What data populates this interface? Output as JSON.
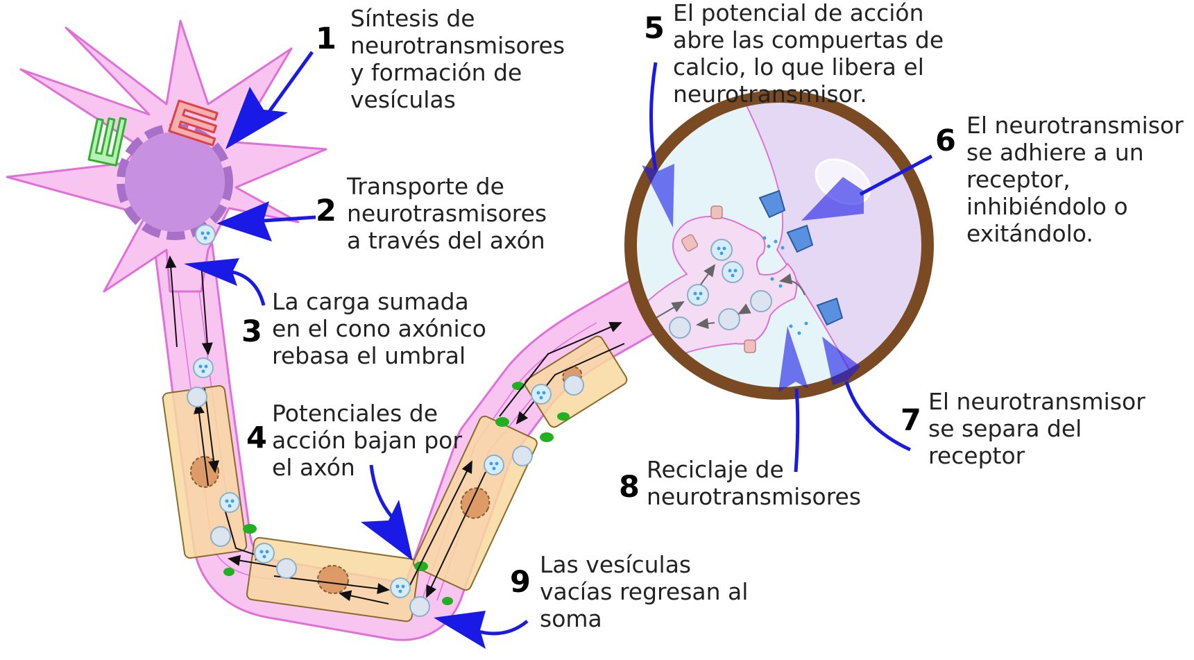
{
  "steps": [
    {
      "number": "1",
      "lines": [
        "Síntesis de",
        "neurotransmisores",
        "y formación de",
        "vesículas"
      ]
    },
    {
      "number": "2",
      "lines": [
        "Transporte de",
        "neurotrasmisores",
        "a través del axón"
      ]
    },
    {
      "number": "3",
      "lines": [
        "La carga sumada",
        "en el cono axónico",
        "rebasa el umbral"
      ]
    },
    {
      "number": "4",
      "lines": [
        "Potenciales de",
        "acción bajan por",
        "el axón"
      ]
    },
    {
      "number": "5",
      "lines": [
        "El potencial de acción",
        "abre las compuertas de",
        "calcio, lo que libera el",
        "neurotransmisor."
      ]
    },
    {
      "number": "6",
      "lines": [
        "El neurotransmisor",
        "se adhiere a un",
        "receptor,",
        "inhibiéndolo o",
        "exitándolo."
      ]
    },
    {
      "number": "7",
      "lines": [
        "El neurotransmisor",
        "se separa del",
        "receptor"
      ]
    },
    {
      "number": "8",
      "lines": [
        "Reciclaje de",
        "neurotransmisores"
      ]
    },
    {
      "number": "9",
      "lines": [
        "Las vesículas",
        "vacías regresan al",
        "soma"
      ]
    }
  ],
  "colors": {
    "cell_body": "#f8c4f0",
    "cell_outline": "#e070d8",
    "nucleus": "#c890e0",
    "nucleus_ring": "#a870c8",
    "golgi": "#e04040",
    "er": "#30b030",
    "myelin": "#f8d8a0",
    "myelin_outline": "#8a6a2a",
    "schwann_nucleus": "#d8905a",
    "node_ranvier": "#20b020",
    "vesicle": "#d8ecf8",
    "vesicle_dot": "#3aa0e8",
    "callout_arrow": "#1a1ae6",
    "magnifier_frame": "#7a4a22",
    "synapse_bg": "#e4f4f8",
    "postsynaptic": "#e4d8f4",
    "receptor": "#5a90e0"
  },
  "icons": [
    "golgi-apparatus-icon",
    "endoplasmic-reticulum-icon",
    "vesicle-icon",
    "receptor-icon",
    "calcium-channel-icon",
    "magnifier-icon"
  ]
}
